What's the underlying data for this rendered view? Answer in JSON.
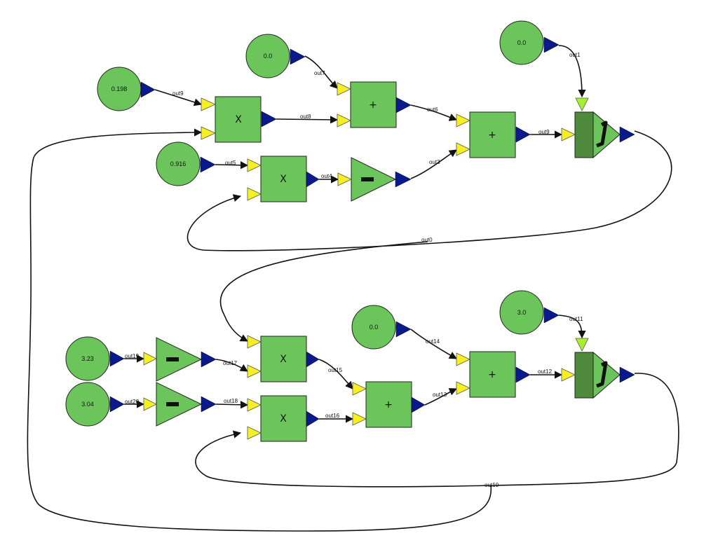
{
  "constants": {
    "c_0198": "0.198",
    "c_00a": "0.0",
    "c_00b": "0.0",
    "c_0916": "0.916",
    "c_323": "3.23",
    "c_304": "3.04",
    "c_00c": "0.0",
    "c_30": "3.0"
  },
  "operators": {
    "mul": "X",
    "add": "+"
  },
  "wires": {
    "out0": "out0",
    "out1": "out1",
    "out3": "out3",
    "out4": "out4",
    "out5": "out5",
    "out6": "out6",
    "out7": "out7",
    "out8": "out8",
    "out9a": "out9",
    "out9b": "out9",
    "out10": "out10",
    "out11": "out11",
    "out12": "out12",
    "out13": "out13",
    "out14": "out14",
    "out15": "out15",
    "out16": "out16",
    "out17": "out17",
    "out18": "out18",
    "out19": "out19",
    "out20": "out20"
  },
  "colors": {
    "node": "#6cc55a",
    "integrator_body": "#4e8a3c",
    "input_port": "#f7f020",
    "output_port": "#0a1a8c",
    "init_port": "#a6f032"
  }
}
